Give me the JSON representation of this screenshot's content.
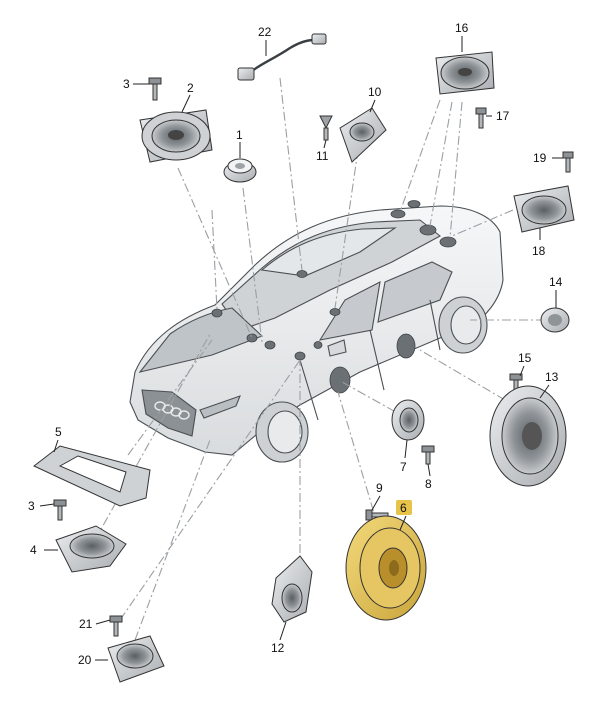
{
  "diagram": {
    "labels": [
      "1",
      "2",
      "3",
      "4",
      "5",
      "6",
      "7",
      "8",
      "9",
      "10",
      "11",
      "12",
      "13",
      "14",
      "15",
      "16",
      "17",
      "18",
      "19",
      "20",
      "21",
      "22"
    ],
    "highlighted_part": "6",
    "colors": {
      "highlight_badge": "#e8c34a",
      "highlight_part": "#e7c45a",
      "part_fill": "#d8dadc",
      "car_fill": "#eceeef",
      "leader_line": "#9aa0a4"
    }
  }
}
